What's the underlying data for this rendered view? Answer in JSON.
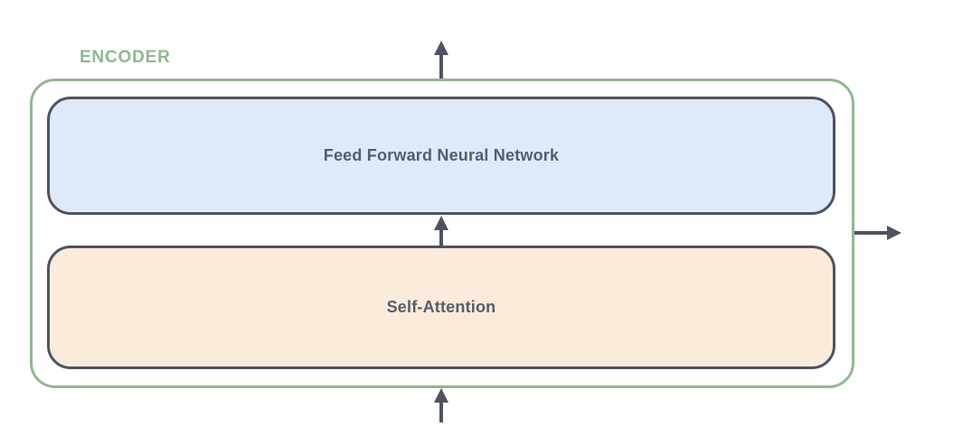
{
  "diagram": {
    "title": "Transformer encoder block diagram",
    "encoder_label": "ENCODER",
    "blocks": [
      {
        "id": "feed-forward",
        "label": "Feed Forward Neural Network",
        "fill": "#dfeaf8"
      },
      {
        "id": "self-attention",
        "label": "Self-Attention",
        "fill": "#fbebda"
      }
    ],
    "arrows": [
      {
        "id": "input-arrow",
        "direction": "up",
        "description": "input entering encoder from bottom"
      },
      {
        "id": "between-blocks-arrow",
        "direction": "up",
        "description": "self-attention output into feed forward"
      },
      {
        "id": "output-top-arrow",
        "direction": "up",
        "description": "output leaving encoder top"
      },
      {
        "id": "output-right-arrow",
        "direction": "right",
        "description": "output leaving encoder right side"
      }
    ],
    "colors": {
      "encoder_border": "#92b792",
      "encoder_label_text": "#8fb88f",
      "block_border": "#4d5360",
      "block_text": "#555d6c",
      "arrow": "#4d5360",
      "feed_forward_fill": "#dfeaf8",
      "self_attention_fill": "#fbebda",
      "background": "#ffffff"
    }
  }
}
